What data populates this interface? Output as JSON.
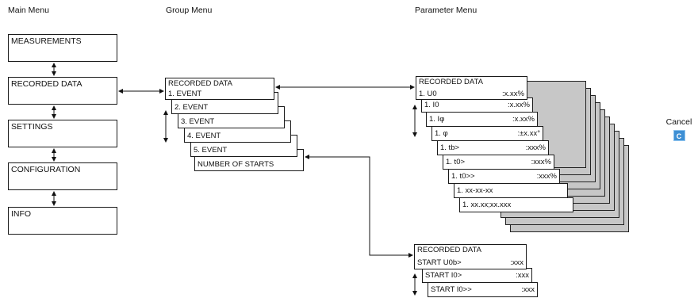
{
  "headers": {
    "main": "Main Menu",
    "group": "Group Menu",
    "parameter": "Parameter Menu"
  },
  "main_menu": [
    "MEASUREMENTS",
    "RECORDED DATA",
    "SETTINGS",
    "CONFIGURATION",
    "INFO"
  ],
  "group_menu": {
    "title": "RECORDED DATA",
    "items": [
      "1. EVENT",
      "2. EVENT",
      "3. EVENT",
      "4. EVENT",
      "5. EVENT",
      "NUMBER OF STARTS"
    ]
  },
  "parameter_menu": {
    "title": "RECORDED DATA",
    "rows": [
      {
        "label": "1. U0",
        "value": ":x.xx%"
      },
      {
        "label": "1. I0",
        "value": ":x.xx%"
      },
      {
        "label": "1. Iφ",
        "value": ":x.xx%"
      },
      {
        "label": "1. φ",
        "value": ":±x.xx°"
      },
      {
        "label": "1. tb>",
        "value": ":xxx%"
      },
      {
        "label": "1. t0>",
        "value": ":xxx%"
      },
      {
        "label": "1. t0>>",
        "value": ":xxx%"
      },
      {
        "label": "1. xx-xx-xx",
        "value": ""
      },
      {
        "label": "1. xx.xx;xx.xxx",
        "value": ""
      }
    ]
  },
  "starts_menu": {
    "title": "RECORDED DATA",
    "rows": [
      {
        "label": "START  U0b>",
        "value": ":xxx"
      },
      {
        "label": "START  I0>",
        "value": ":xxx"
      },
      {
        "label": "START  I0>>",
        "value": ":xxx"
      }
    ]
  },
  "cancel": {
    "label": "Cancel",
    "key": "C",
    "key_color": "#3e8fd4"
  }
}
